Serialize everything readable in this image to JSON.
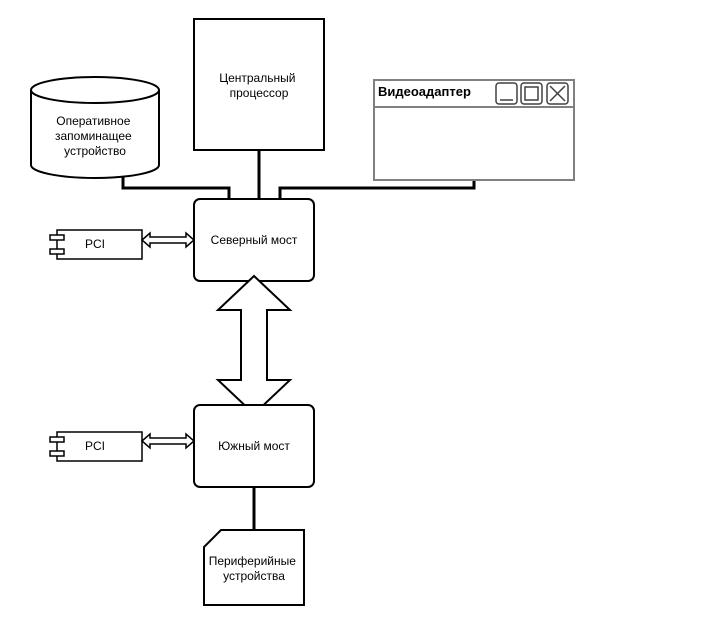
{
  "nodes": {
    "cpu": {
      "lines": [
        "Центральный",
        "процессор"
      ]
    },
    "ram": {
      "lines": [
        "Оперативное",
        "запоминащее",
        "устройство"
      ]
    },
    "video": {
      "title": "Видеоадаптер"
    },
    "north": {
      "label": "Северный мост"
    },
    "south": {
      "label": "Южный мост"
    },
    "pci_top": {
      "label": "PCI"
    },
    "pci_bottom": {
      "label": "PCI"
    },
    "peripheral": {
      "lines": [
        "Периферийные",
        "устройства"
      ]
    }
  },
  "colors": {
    "stroke": "#000000",
    "window_stroke": "#808080",
    "fill": "#ffffff"
  },
  "icons": {
    "window_controls": [
      "minimize-icon",
      "maximize-icon",
      "close-icon"
    ]
  }
}
